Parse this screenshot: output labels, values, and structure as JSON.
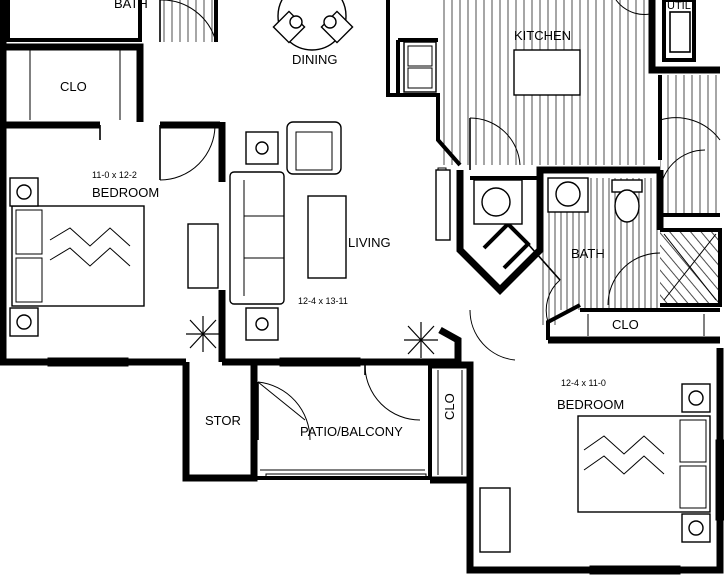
{
  "rooms": {
    "bath_top": "BATH",
    "dining": "DINING",
    "kitchen": "KITCHEN",
    "utility": "UTIL",
    "closet_left": "CLO",
    "bedroom_left": "BEDROOM",
    "bedroom_left_dim": "11-0 x 12-2",
    "living": "LIVING",
    "living_dim": "12-4 x 13-11",
    "bath": "BATH",
    "closet_right": "CLO",
    "bedroom_right": "BEDROOM",
    "bedroom_right_dim": "12-4 x 11-0",
    "closet_mid": "CLO",
    "storage": "STOR",
    "patio": "PATIO/BALCONY"
  }
}
